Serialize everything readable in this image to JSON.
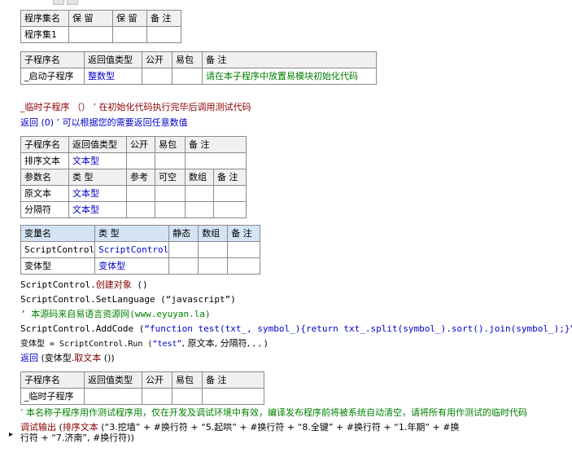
{
  "program_set_table": {
    "headers": [
      "程序集名",
      "保 留",
      "保 留",
      "备 注"
    ],
    "row": [
      "程序集1",
      "",
      "",
      ""
    ]
  },
  "startup_sub_table": {
    "headers": [
      "子程序名",
      "返回值类型",
      "公开",
      "易包",
      "备 注"
    ],
    "row": [
      "_启动子程序",
      "整数型",
      "",
      "",
      "请在本子程序中放置易模块初始化代码"
    ]
  },
  "code_lines_1": [
    "_临时子程序 （） ’ 在初始化代码执行完毕后调用测试代码",
    "返回 (0) ’ 可以根据您的需要返回任意数值"
  ],
  "sort_sub_table": {
    "headers": [
      "子程序名",
      "返回值类型",
      "公开",
      "易包",
      "备 注"
    ],
    "row": [
      "排序文本",
      "文本型",
      "",
      "",
      ""
    ],
    "param_headers": [
      "参数名",
      "类 型",
      "参考",
      "可空",
      "数组",
      "备 注"
    ],
    "params": [
      [
        "原文本",
        "文本型",
        "",
        "",
        "",
        ""
      ],
      [
        "分隔符",
        "文本型",
        "",
        "",
        "",
        ""
      ]
    ]
  },
  "var_table": {
    "headers": [
      "变量名",
      "类 型",
      "静态",
      "数组",
      "备 注"
    ],
    "rows": [
      [
        "ScriptControl",
        "ScriptControl",
        "",
        "",
        ""
      ],
      [
        "变体型",
        "变体型",
        "",
        "",
        ""
      ]
    ]
  },
  "code_lines_2": {
    "l1_obj": "ScriptControl.",
    "l1_fn": "创建对象",
    "l1_tail": " ()",
    "l2": "ScriptControl.SetLanguage (“javascript”)",
    "l3": "’ 本源码来自易语言资源网(www.eyuyan.la)",
    "l4_head": "ScriptControl.AddCode (",
    "l4_str": "“function test(txt_, symbol_){return txt_.split(symbol_).sort().join(symbol_);}”",
    "l4_tail": ")",
    "l5_head": "变体型 = ScriptControl.Run (",
    "l5_str": "“test”",
    "l5_tail": ", 原文本, 分隔符, , , )",
    "l6_kw": "返回",
    "l6_tail": " (变体型.",
    "l6_fn": "取文本",
    "l6_end": " ())"
  },
  "temp_sub_table": {
    "headers": [
      "子程序名",
      "返回值类型",
      "公开",
      "易包",
      "备 注"
    ],
    "row": [
      "_临时子程序",
      "",
      "",
      "",
      ""
    ]
  },
  "code_lines_3": {
    "comment": "’ 本名称子程序用作测试程序用，仅在开发及调试环境中有效，编译发布程序前将被系统自动清空，请将所有用作测试的临时代码",
    "debug_kw": "调试输出",
    "debug_open": " (",
    "debug_fn": "排序文本",
    "debug_args": " (“3.挖墙” + #换行符 + “5.起哄” + #换行符 + “8.全键” + #换行符 + “1.年期” + #换",
    "debug_cont": "行符 + “7.济南”, #换行符))"
  },
  "marker": "▸"
}
